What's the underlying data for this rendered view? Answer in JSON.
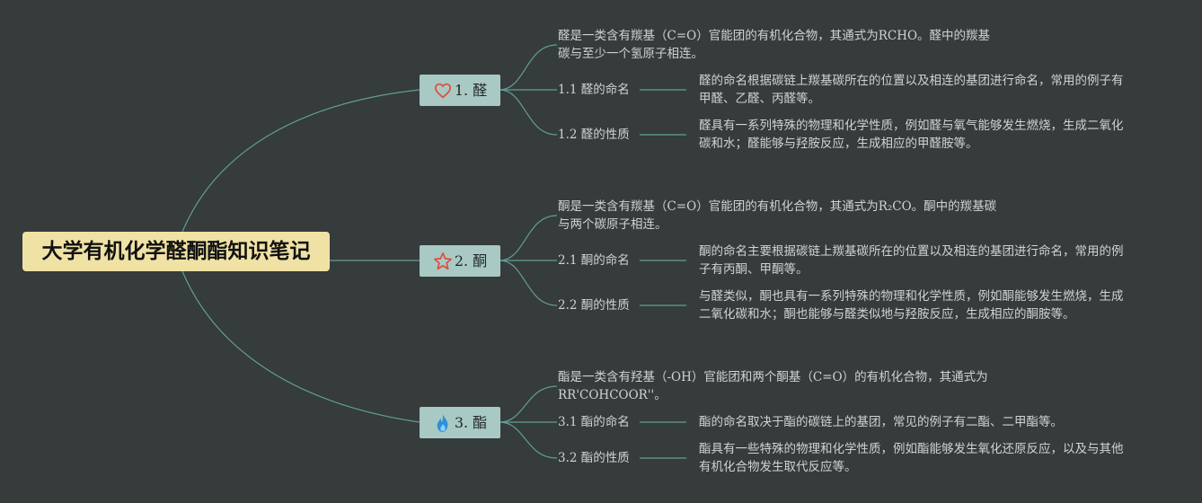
{
  "root": {
    "title": "大学有机化学醛酮酯知识笔记"
  },
  "icons": {
    "heart": "heart-icon",
    "star": "star-icon",
    "fire": "fire-icon"
  },
  "colors": {
    "background": "#363b3c",
    "root_fill": "#f0e2a5",
    "topic_fill": "#a9c9c4",
    "line": "#5f9f93",
    "heart": "#e04b3a",
    "star": "#e04b3a",
    "fire": "#2f8fd8"
  },
  "topics": [
    {
      "label": "1. 醛",
      "desc_line1": "醛是一类含有羰基（C=O）官能团的有机化合物，其通式为RCHO。醛中的羰基",
      "desc_line2": "碳与至少一个氢原子相连。",
      "subs": [
        {
          "label": "1.1 醛的命名",
          "detail_line1": "醛的命名根据碳链上羰基碳所在的位置以及相连的基团进行命名，常用的例子有",
          "detail_line2": "甲醛、乙醛、丙醛等。"
        },
        {
          "label": "1.2 醛的性质",
          "detail_line1": "醛具有一系列特殊的物理和化学性质，例如醛与氧气能够发生燃烧，生成二氧化",
          "detail_line2": "碳和水；醛能够与羟胺反应，生成相应的甲醛胺等。"
        }
      ]
    },
    {
      "label": "2. 酮",
      "desc_line1": "酮是一类含有羰基（C=O）官能团的有机化合物，其通式为R₂CO。酮中的羰基碳",
      "desc_line2": "与两个碳原子相连。",
      "subs": [
        {
          "label": "2.1 酮的命名",
          "detail_line1": "酮的命名主要根据碳链上羰基碳所在的位置以及相连的基团进行命名，常用的例",
          "detail_line2": "子有丙酮、甲酮等。"
        },
        {
          "label": "2.2 酮的性质",
          "detail_line1": "与醛类似，酮也具有一系列特殊的物理和化学性质，例如酮能够发生燃烧，生成",
          "detail_line2": "二氧化碳和水；酮也能够与醛类似地与羟胺反应，生成相应的酮胺等。"
        }
      ]
    },
    {
      "label": "3. 酯",
      "desc_line1": "酯是一类含有羟基（-OH）官能团和两个酮基（C=O）的有机化合物，其通式为",
      "desc_line2": "RR'COHCOOR''。",
      "subs": [
        {
          "label": "3.1 酯的命名",
          "detail_line1": "酯的命名取决于酯的碳链上的基团，常见的例子有二酯、二甲酯等。",
          "detail_line2": ""
        },
        {
          "label": "3.2 酯的性质",
          "detail_line1": "酯具有一些特殊的物理和化学性质，例如酯能够发生氧化还原反应，以及与其他",
          "detail_line2": "有机化合物发生取代反应等。"
        }
      ]
    }
  ]
}
